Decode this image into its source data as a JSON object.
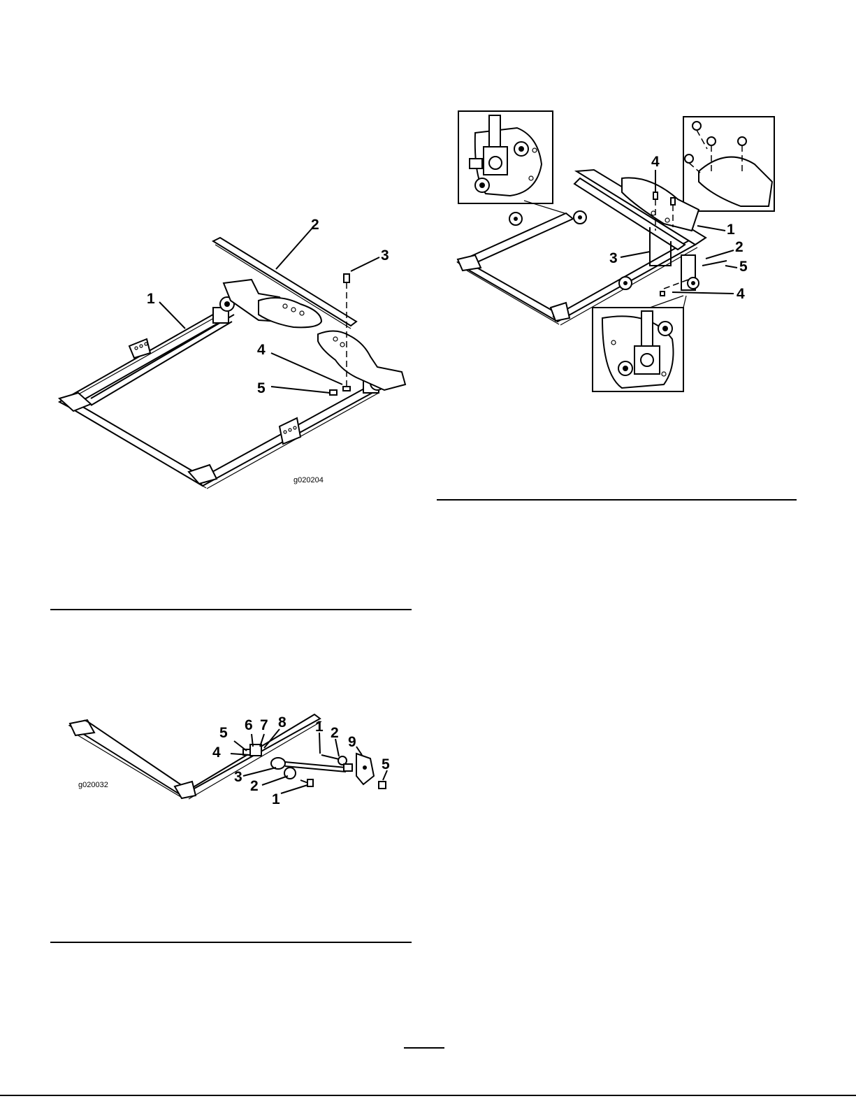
{
  "figures": [
    {
      "id": "g020204",
      "code": "g020204",
      "callouts": [
        "1",
        "2",
        "3",
        "4",
        "5"
      ]
    },
    {
      "id": "g020032",
      "code": "g020032",
      "callouts": [
        "1",
        "1",
        "2",
        "2",
        "3",
        "4",
        "5",
        "5",
        "6",
        "7",
        "8",
        "9"
      ]
    },
    {
      "id": "right-figure",
      "callouts": [
        "1",
        "2",
        "3",
        "4",
        "4",
        "5"
      ]
    }
  ],
  "colors": {
    "ink": "#000000",
    "paper": "#ffffff"
  }
}
